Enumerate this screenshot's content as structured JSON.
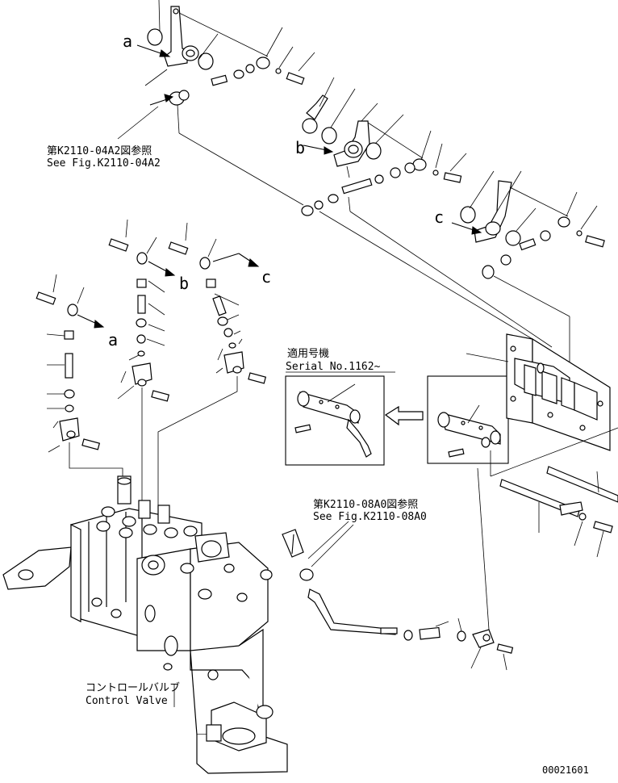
{
  "labels": {
    "a_top": "a",
    "b_mid": "b",
    "c_right": "c",
    "b_lower": "b",
    "c_lower": "c",
    "a_lower": "a"
  },
  "refs": {
    "fig1_jp": "第K2110-04A2図参照",
    "fig1_en": "See Fig.K2110-04A2",
    "fig2_jp": "第K2110-08A0図参照",
    "fig2_en": "See Fig.K2110-08A0"
  },
  "serial": {
    "jp": "適用号機",
    "en": "Serial No.1162~"
  },
  "valve": {
    "jp": "コントロールバルブ",
    "en": "Control Valve"
  },
  "drawing_number": "00021601"
}
